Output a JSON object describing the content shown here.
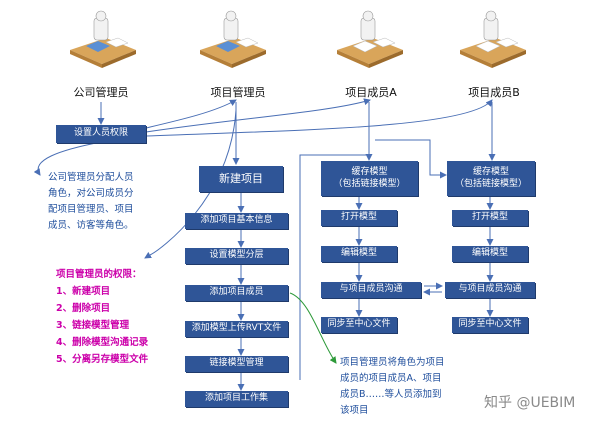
{
  "roles": [
    {
      "id": "company-admin",
      "label": "公司管理员"
    },
    {
      "id": "project-admin",
      "label": "项目管理员"
    },
    {
      "id": "member-a",
      "label": "项目成员A"
    },
    {
      "id": "member-b",
      "label": "项目成员B"
    }
  ],
  "set_permissions": "设置人员权限",
  "company_note": {
    "lines": [
      "公司管理员分配人员",
      "角色，对公司成员分",
      "配项目管理员、项目",
      "成员、访客等角色。"
    ]
  },
  "admin_rights": {
    "title": "项目管理员的权限：",
    "items": [
      "1、新建项目",
      "2、删除项目",
      "3、链接模型管理",
      "4、删除模型沟通记录",
      "5、分离另存模型文件"
    ]
  },
  "admin_flow": {
    "new_project": "新建项目",
    "steps": [
      "添加项目基本信息",
      "设置模型分层",
      "添加项目成员",
      "添加模型上传RVT文件",
      "链接模型管理",
      "添加项目工作集"
    ]
  },
  "member_a_flow": {
    "cache": [
      "缓存模型",
      "（包括链接模型）"
    ],
    "steps": [
      "打开模型",
      "编辑模型",
      "与项目成员沟通",
      "同步至中心文件"
    ]
  },
  "member_b_flow": {
    "cache": [
      "缓存模型",
      "（包括链接模型）"
    ],
    "steps": [
      "打开模型",
      "编辑模型",
      "与项目成员沟通",
      "同步至中心文件"
    ]
  },
  "member_note": {
    "lines": [
      "项目管理员将角色为项目",
      "成员的项目成员A、项目",
      "成员B……等人员添加到",
      "该项目"
    ]
  },
  "watermark": "知乎 @UEBIM",
  "colors": {
    "box": "#2f5597",
    "line": "#4a6fb5",
    "green_line": "#2e9a3a",
    "magenta": "#cc00aa"
  }
}
